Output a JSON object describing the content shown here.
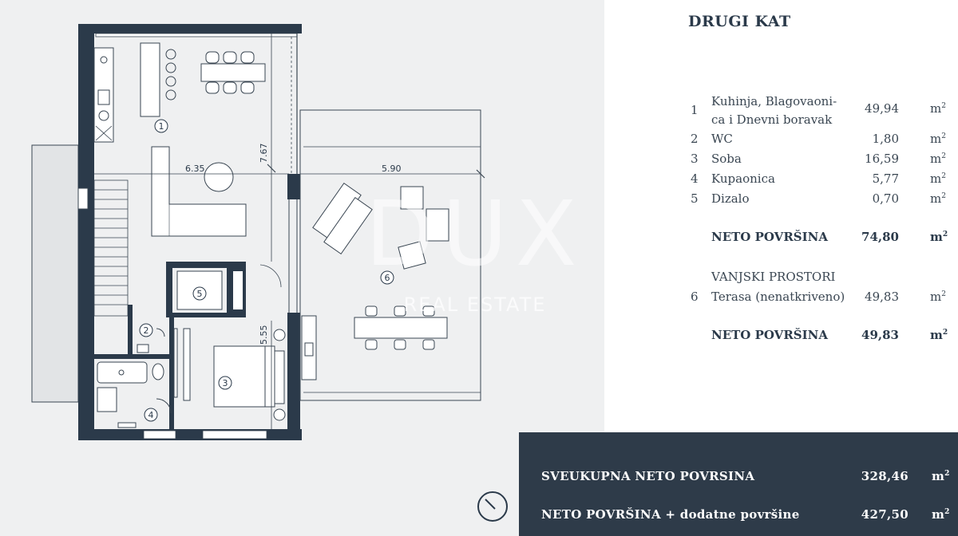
{
  "panel": {
    "title": "DRUGI KAT",
    "rooms": [
      {
        "num": "1",
        "name": "Kuhinja, Blagovaoni-ca i Dnevni boravak",
        "name_l1": "Kuhinja, Blagovaoni-",
        "name_l2": "ca i Dnevni boravak",
        "value": "49,94",
        "unit": "m",
        "sup": "2"
      },
      {
        "num": "2",
        "name": "WC",
        "value": "1,80",
        "unit": "m",
        "sup": "2"
      },
      {
        "num": "3",
        "name": "Soba",
        "value": "16,59",
        "unit": "m",
        "sup": "2"
      },
      {
        "num": "4",
        "name": "Kupaonica",
        "value": "5,77",
        "unit": "m",
        "sup": "2"
      },
      {
        "num": "5",
        "name": "Dizalo",
        "value": "0,70",
        "unit": "m",
        "sup": "2"
      }
    ],
    "net_label": "NETO POVRŠINA",
    "net_value": "74,80",
    "net_unit": "m",
    "net_sup": "2",
    "outdoor_heading": "VANJSKI PROSTORI",
    "outdoor": [
      {
        "num": "6",
        "name": "Terasa (nenatkriveno)",
        "value": "49,83",
        "unit": "m",
        "sup": "2"
      }
    ],
    "outdoor_net_label": "NETO POVRŠINA",
    "outdoor_net_value": "49,83",
    "outdoor_net_unit": "m",
    "outdoor_net_sup": "2"
  },
  "totals": {
    "total_label": "SVEUKUPNA NETO POVRSINA",
    "total_value": "328,46",
    "total_unit": "m",
    "total_sup": "2",
    "extra_label": "NETO POVRŠINA + dodatne površine",
    "extra_value": "427,50",
    "extra_unit": "m",
    "extra_sup": "2"
  },
  "plan": {
    "dims": {
      "d1": "6.35",
      "d2": "7.67",
      "d3": "5.90",
      "d4": "5.55"
    },
    "markers": [
      "1",
      "2",
      "3",
      "4",
      "5",
      "6"
    ]
  },
  "watermark": {
    "logo": "DUX",
    "sub": "REAL ESTATE"
  },
  "colors": {
    "dark_panel": "#2e3b49",
    "plan_bg": "#eff0f1",
    "wall": "#2b3a4a",
    "text": "#2b3a4a"
  },
  "icons": {
    "compass": "compass-icon"
  }
}
